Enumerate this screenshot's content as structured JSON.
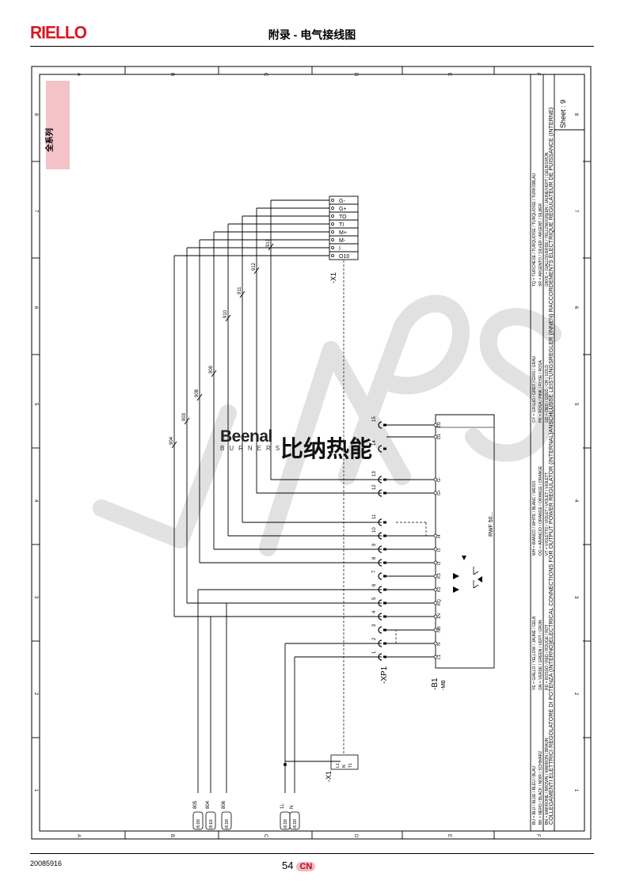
{
  "header": {
    "logo": "RIELLO",
    "title": "附录 - 电气接线图"
  },
  "sidebar_tag": "全系列",
  "grid": {
    "letters": [
      "A",
      "B",
      "C",
      "D",
      "E",
      "F"
    ],
    "numbers": [
      "1",
      "2",
      "3",
      "4",
      "5",
      "6",
      "7",
      "8"
    ]
  },
  "x1_terminals": [
    "G-",
    "G+",
    "TO",
    "TI",
    "M+",
    "M-",
    "I",
    "O10"
  ],
  "x1_label": "-X1",
  "wires_upper": [
    "904",
    "903",
    "908",
    "909",
    "910",
    "911",
    "912",
    "913"
  ],
  "xp1": {
    "label": "-XP1",
    "pins": [
      "1",
      "2",
      "3",
      "4",
      "5",
      "6",
      "7",
      "8",
      "9",
      "10",
      "11",
      "12",
      "13",
      "14",
      "15"
    ]
  },
  "b1": {
    "label": "-B1",
    "sub": "-MB",
    "model": "RWF 50...",
    "terminals": [
      "L1",
      "N",
      "NB",
      "1N",
      "KQ",
      "K2",
      "K3",
      "I2",
      "I1",
      "I4",
      "G+",
      "G-",
      "D1",
      "D2"
    ]
  },
  "lower": {
    "x1_label": "-X1",
    "x1_terms": [
      "L1",
      "N",
      "T1"
    ],
    "wires": [
      "805",
      "804",
      "806",
      "1L",
      "N"
    ],
    "refs": [
      "/8.D8",
      "/8.E8",
      "/8.D8",
      "/8.D8",
      "/8.D8"
    ]
  },
  "legend": {
    "col1": [
      "BU = BLU / BLUE / BLEU / BLAU",
      "BK = NERO / BLACK / NOIR / SCHWARZ",
      "BN = MARRONE / BROWN / MARRON / BRAUN"
    ],
    "col2": [
      "YE = GIALLO / YELLOW / JAUNE / GELB",
      "GN = VERDE / GREEN / VERT / GRÜN",
      "RD = ROSSO / RED / ROUGE / ROT"
    ],
    "col3": [
      "WH = BIANCO / WHITE / BLANC / WEISS",
      "OG = ARANCIO / ORANGE / ORANGE / ORANGE",
      "VT = VIOLETTO / VIOLET / VIOLET / VIOLETT"
    ],
    "col4": [
      "GY = GRIGIO / GREY / GRIS / GRAU",
      "PK = ROSA / PINK / ROSE / ROSA",
      "GD = ORO / GOLD / OR / GOLD"
    ],
    "col5": [
      "TQ = TURCHESE / TURQUOISE / TURQUOISE / TURKISBLAU",
      "SR = ARGENTO / SILVER / ARGENT / SILBER",
      "GNYE = GIALLO/VERDE / YELLOW/GREEN / JAUNE/VERT / GELB/GRÜN"
    ]
  },
  "title_block": {
    "text": "COLLEGAMENTI ELETTRICI REGOLATORE DI POTENZA (INTERNO)ELECTRICAL CONNECTIONS FOR OUTPUT POWER REGULATOR (INTERNAL)ANSCHLÜSSE LEISTUNGSREGLER (INNEN)      RACCORDEMENTS ÉLECTRIQUE RÉGULATEUR DE PUISSANCE (INTERNE)",
    "sheet": "Sheet : 9"
  },
  "watermark": {
    "brand": "Beenal",
    "sub": "BURNERS",
    "cn": "比纳热能"
  },
  "footer": {
    "code": "20085916",
    "page": "54",
    "lang": "CN"
  }
}
